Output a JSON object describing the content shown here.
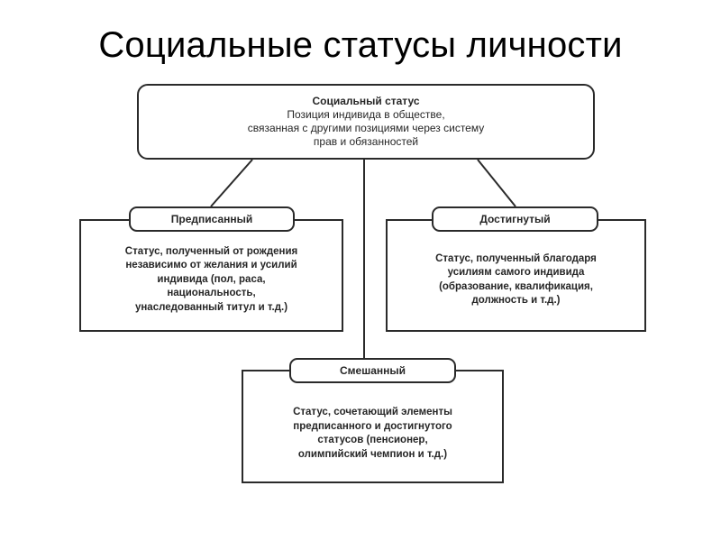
{
  "slide": {
    "title": "Социальные статусы личности"
  },
  "diagram": {
    "root": {
      "heading": "Социальный статус",
      "lines": [
        "Позиция индивида в обществе,",
        "связанная с другими позициями через систему",
        "прав и обязанностей"
      ]
    },
    "prescribed": {
      "label": "Предписанный",
      "lines": [
        "Статус, полученный от рождения",
        "независимо от желания и усилий",
        "индивида (пол, раса,",
        "национальность,",
        "унаследованный титул и т.д.)"
      ]
    },
    "achieved": {
      "label": "Достигнутый",
      "lines": [
        "Статус, полученный благодаря",
        "усилиям самого индивида",
        "(образование, квалификация,",
        "должность и т.д.)"
      ]
    },
    "mixed": {
      "label": "Смешанный",
      "lines": [
        "Статус, сочетающий элементы",
        "предписанного и достигнутого",
        "статусов (пенсионер,",
        "олимпийский чемпион и т.д.)"
      ]
    }
  }
}
